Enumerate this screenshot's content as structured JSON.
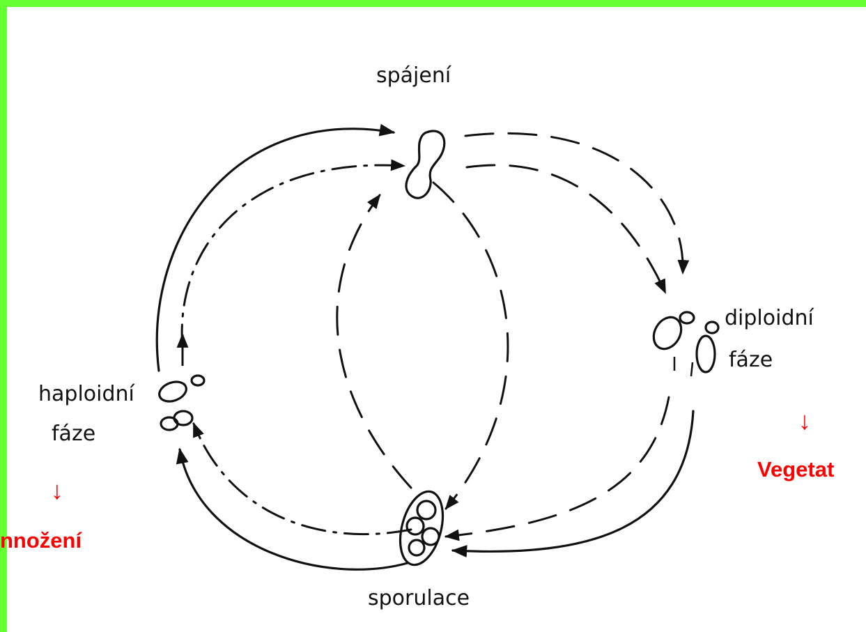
{
  "labels": {
    "top": "spájení",
    "right_line1": "diploidní",
    "right_line2": "fáze",
    "left_line1": "haploidní",
    "left_line2": "fáze",
    "bottom": "sporulace"
  },
  "annotations": {
    "left_arrow": "↓",
    "left_text": "nnožení",
    "right_arrow": "↓",
    "right_text": "Vegetat"
  },
  "colors": {
    "frame": "#66ff33",
    "annotation": "#ff0000",
    "ink": "#111111"
  }
}
